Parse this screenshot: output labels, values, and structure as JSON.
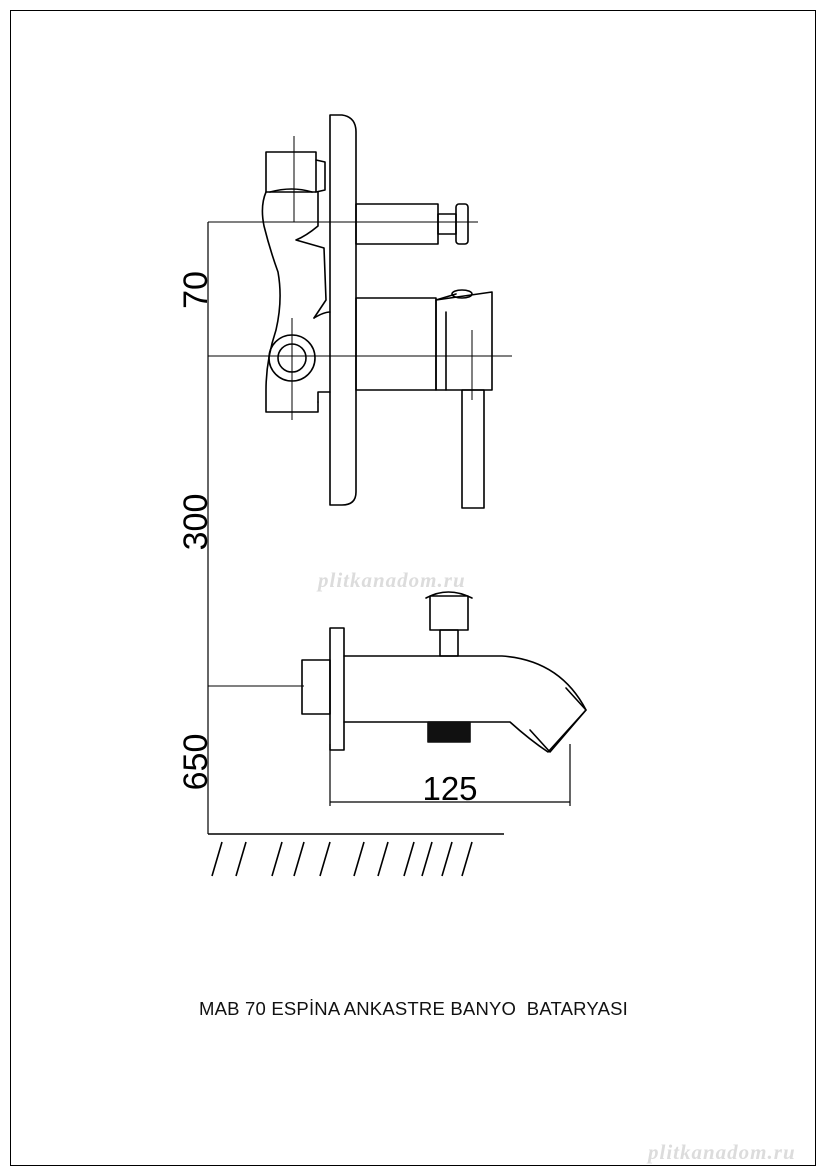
{
  "drawing": {
    "dimensions": {
      "handle_offset": "70",
      "spout_offset": "300",
      "floor_height": "650",
      "spout_length": "125"
    },
    "caption": "MAB 70 ESPİNA ANKASTRE BANYO  BATARYASI",
    "watermarks": {
      "center": "plitkanadom.ru",
      "corner": "plitkanadom.ru"
    }
  }
}
